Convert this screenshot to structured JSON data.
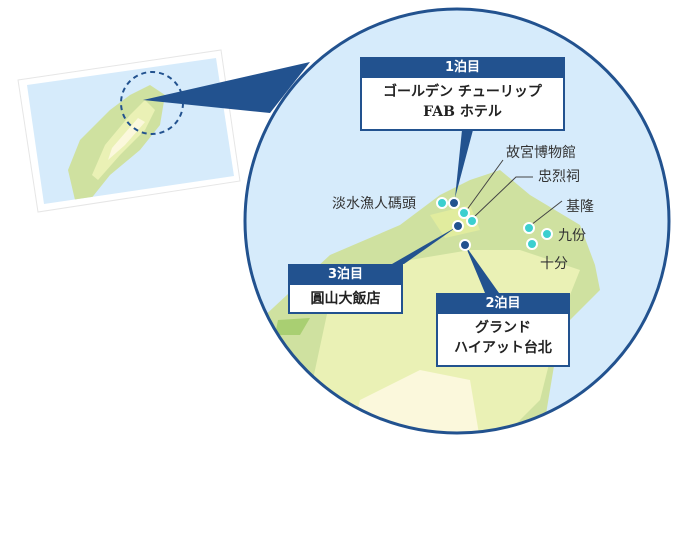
{
  "stays": [
    {
      "night": "1泊目",
      "hotel_line1": "ゴールデン チューリップ",
      "hotel_line2": "FAB ホテル"
    },
    {
      "night": "2泊目",
      "hotel_line1": "グランド",
      "hotel_line2": "ハイアット台北"
    },
    {
      "night": "3泊目",
      "hotel_line1": "圓山大飯店"
    }
  ],
  "places": [
    "淡水漁人碼頭",
    "故宮博物館",
    "忠烈祠",
    "基隆",
    "九份",
    "十分"
  ],
  "colors": {
    "accent": "#22528f",
    "sea": "#d6ebfb",
    "spot": "#3ccfcf"
  }
}
